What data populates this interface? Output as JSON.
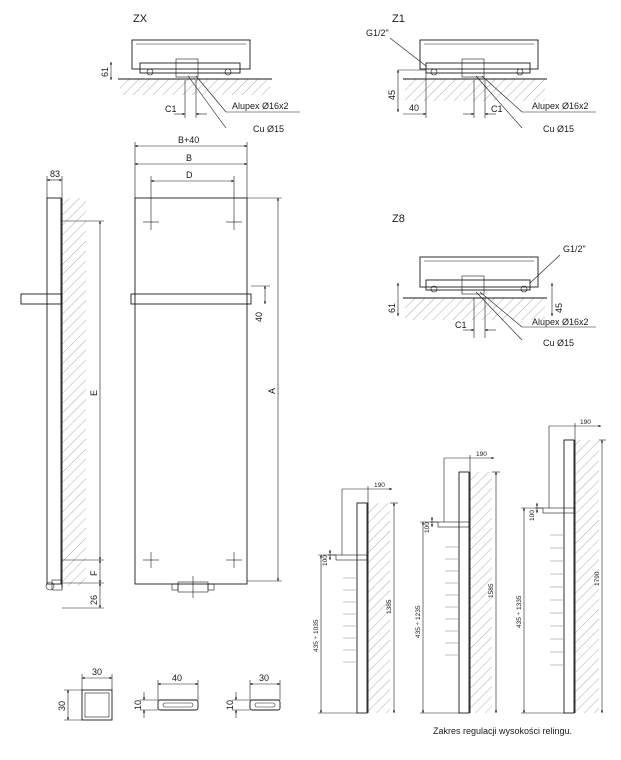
{
  "views": {
    "zx": {
      "title": "ZX",
      "dim_61": "61",
      "dim_c1": "C1",
      "alupex": "Alupex Ø16x2",
      "cu": "Cu Ø15"
    },
    "z1": {
      "title": "Z1",
      "g12": "G1/2\"",
      "dim_45": "45",
      "dim_40": "40",
      "dim_c1": "C1",
      "alupex": "Alupex Ø16x2",
      "cu": "Cu Ø15"
    },
    "z8": {
      "title": "Z8",
      "g12": "G1/2\"",
      "dim_61": "61",
      "dim_45": "45",
      "dim_c1": "C1",
      "alupex": "Alupex Ø16x2",
      "cu": "Cu Ø15"
    }
  },
  "side": {
    "dim_83": "83",
    "dim_e": "E",
    "dim_f": "F",
    "dim_26": "26"
  },
  "front": {
    "dim_b40": "B+40",
    "dim_b": "B",
    "dim_d": "D",
    "dim_40": "40",
    "dim_a": "A"
  },
  "profiles": {
    "square_w": "30",
    "square_h": "30",
    "flat1_w": "40",
    "flat1_h": "10",
    "flat2_w": "30",
    "flat2_h": "10"
  },
  "rails": [
    {
      "top": "190",
      "rail": "100",
      "range": "435 ÷ 1035",
      "height": "1385"
    },
    {
      "top": "190",
      "rail": "100",
      "range": "435 ÷ 1235",
      "height": "1585"
    },
    {
      "top": "190",
      "rail": "100",
      "range": "435 ÷ 1335",
      "height": "1790"
    }
  ],
  "caption": "Zakres regulacji wysokości relingu."
}
